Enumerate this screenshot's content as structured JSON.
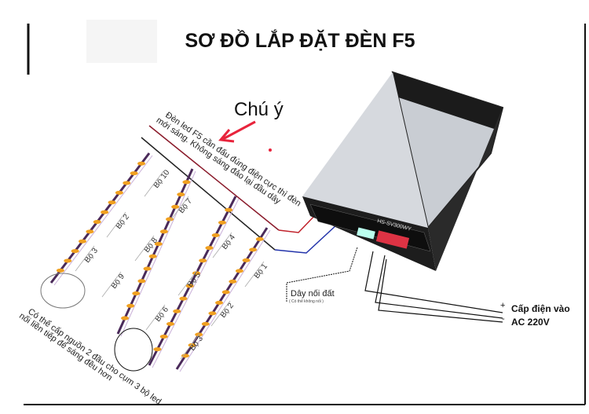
{
  "title": "SƠ ĐỒ LẮP ĐẶT ĐÈN F5",
  "attention": "Chú ý",
  "note_line1": "Đèn led F5 cần đấu đúng điện cực thì đèn",
  "note_line2": "mới sáng. Không sáng đảo lại đầu dây",
  "bottom_note_line1": "Có thể cấp nguồn 2 đầu cho cụm 3 bộ led",
  "bottom_note_line2": "nối liền tiếp để sáng đều hơn",
  "ground_wire": "Dây nối đất",
  "ground_wire_sub": "( Có thể không nối )",
  "power_in_plus": "+",
  "power_in": "Cấp điện vào",
  "power_ac_minus": "-",
  "power_ac": "AC 220V",
  "psu_model": "HS-SV300WY",
  "strips": {
    "group1": [
      "Bộ 10",
      "Bộ 2",
      "Bộ 3"
    ],
    "group2": [
      "Bộ 7",
      "Bộ 8",
      "Bộ 9"
    ],
    "group3": [
      "Bộ 4",
      "Bộ 5",
      "Bộ 6"
    ],
    "group4": [
      "Bộ 1",
      "Bộ 2",
      "Bộ 3"
    ]
  },
  "colors": {
    "arrow": "#e8243c",
    "wire_pos": "#c0212a",
    "wire_neg": "#2233aa",
    "led": "#f0a020",
    "strip": "#4a2a5a"
  }
}
